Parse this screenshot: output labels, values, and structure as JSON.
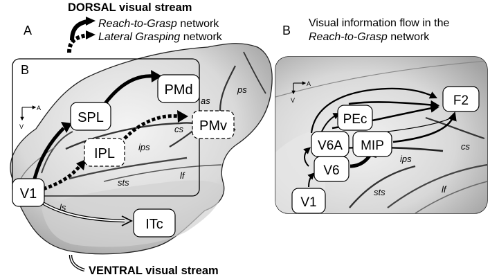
{
  "legend": {
    "dorsal_title": "DORSAL visual stream",
    "reach_label": "Reach-to-Grasp",
    "reach_suffix": " network",
    "lateral_label": "Lateral Grasping",
    "lateral_suffix": " network",
    "ventral_title": "VENTRAL visual stream"
  },
  "panel_a": {
    "letter": "A",
    "inset_letter": "B",
    "axis_a": "A",
    "axis_v": "V",
    "areas": {
      "pmd": "PMd",
      "spl": "SPL",
      "pmv": "PMv",
      "ipl": "IPL",
      "v1": "V1",
      "itc": "ITc"
    },
    "sulci": {
      "ps": "ps",
      "as": "as",
      "cs": "cs",
      "ips": "ips",
      "sts": "sts",
      "lf": "lf",
      "ls": "ls"
    }
  },
  "panel_b": {
    "letter": "B",
    "title_line1": "Visual information flow in the",
    "title_italic": "Reach-to-Grasp",
    "title_suffix": " network",
    "axis_a": "A",
    "axis_v": "V",
    "areas": {
      "pec": "PEc",
      "f2": "F2",
      "v6a": "V6A",
      "mip": "MIP",
      "v6": "V6",
      "v1": "V1"
    },
    "sulci": {
      "ips": "ips",
      "cs": "cs",
      "sts": "sts",
      "lf": "lf"
    }
  },
  "colors": {
    "brain_fill": "#cfcfcf",
    "brain_highlight": "#f2f2f2",
    "sulcus": "#3a3a3a",
    "box_fill": "#ffffff",
    "stroke": "#000000"
  }
}
